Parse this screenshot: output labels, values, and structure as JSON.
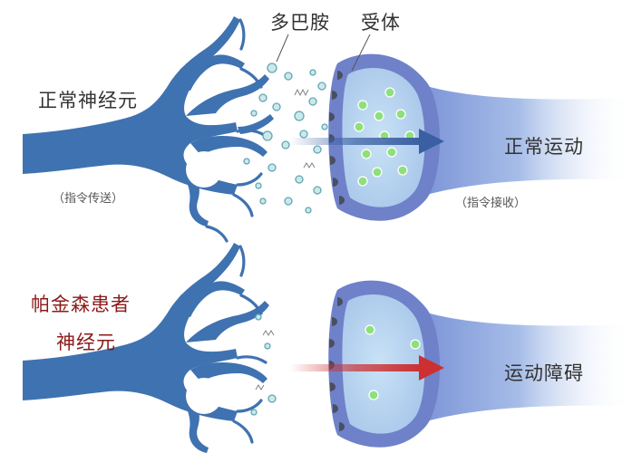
{
  "labels": {
    "dopamine": "多巴胺",
    "receptor": "受体",
    "normal_neuron": "正常神经元",
    "signal_send": "（指令传送）",
    "normal_movement": "正常运动",
    "signal_receive": "（指令接收）",
    "parkinson_neuron_line1": "帕金森患者",
    "parkinson_neuron_line2": "神经元",
    "movement_disorder": "运动障碍"
  },
  "colors": {
    "neuron": "#3f72b0",
    "receptor_body": "#6f81c9",
    "receptor_inner": "#b4d1ee",
    "particle_fill": "#cfe7ea",
    "particle_stroke": "#5ea9b5",
    "receptor_particle": "#8ee07a",
    "arrow_normal": "#3a5fa3",
    "arrow_impaired": "#cc3030",
    "parkinson_label": "#8b1a1a"
  }
}
